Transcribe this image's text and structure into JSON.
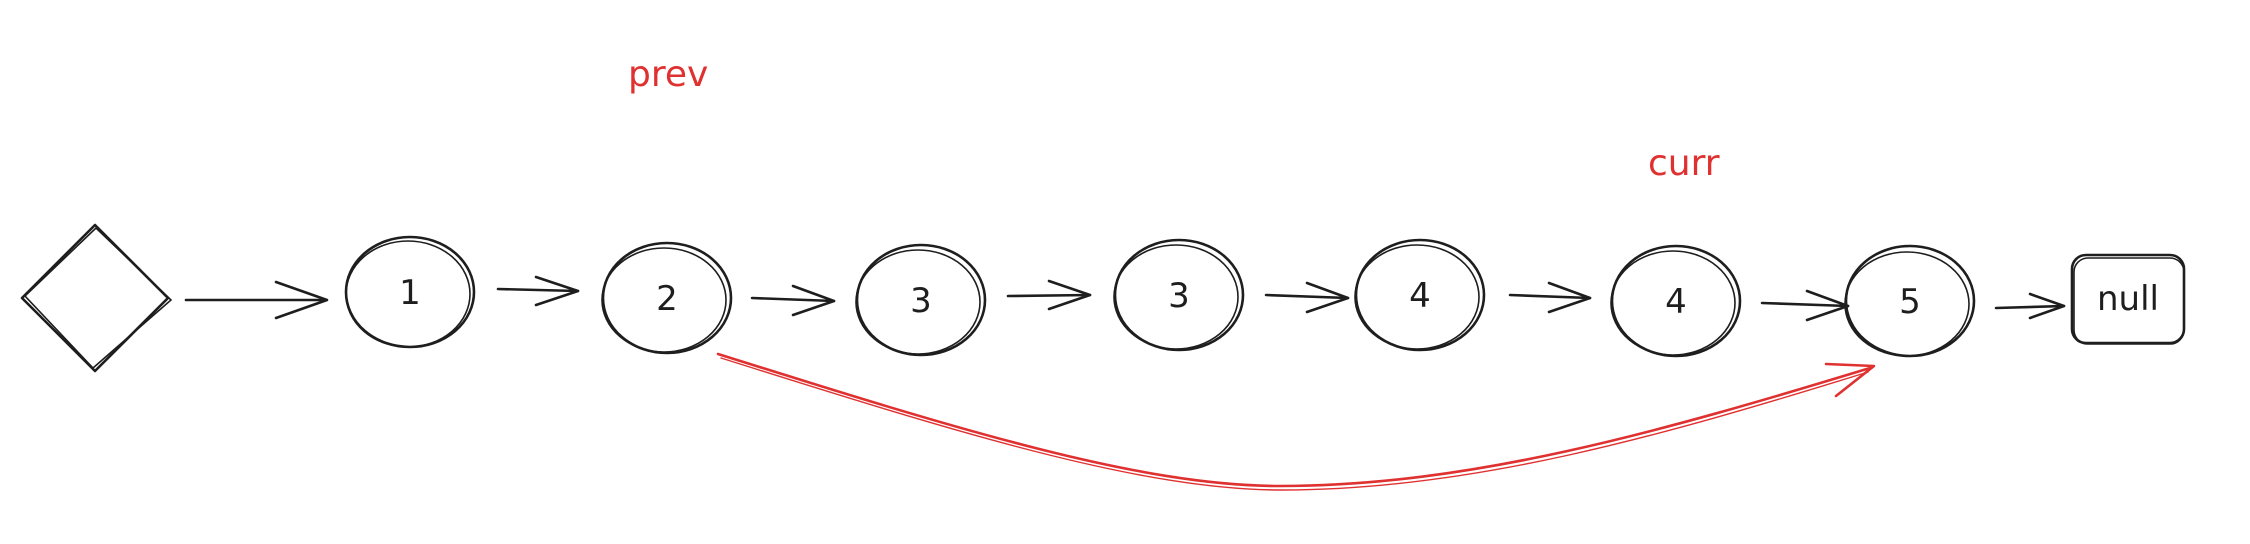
{
  "diagram": {
    "nodes": [
      "1",
      "2",
      "3",
      "3",
      "4",
      "4",
      "5"
    ],
    "terminal": "null",
    "pointers": {
      "prev": "prev",
      "curr": "curr"
    },
    "colors": {
      "ink": "#1e1e1e",
      "highlight": "#e03131"
    }
  }
}
